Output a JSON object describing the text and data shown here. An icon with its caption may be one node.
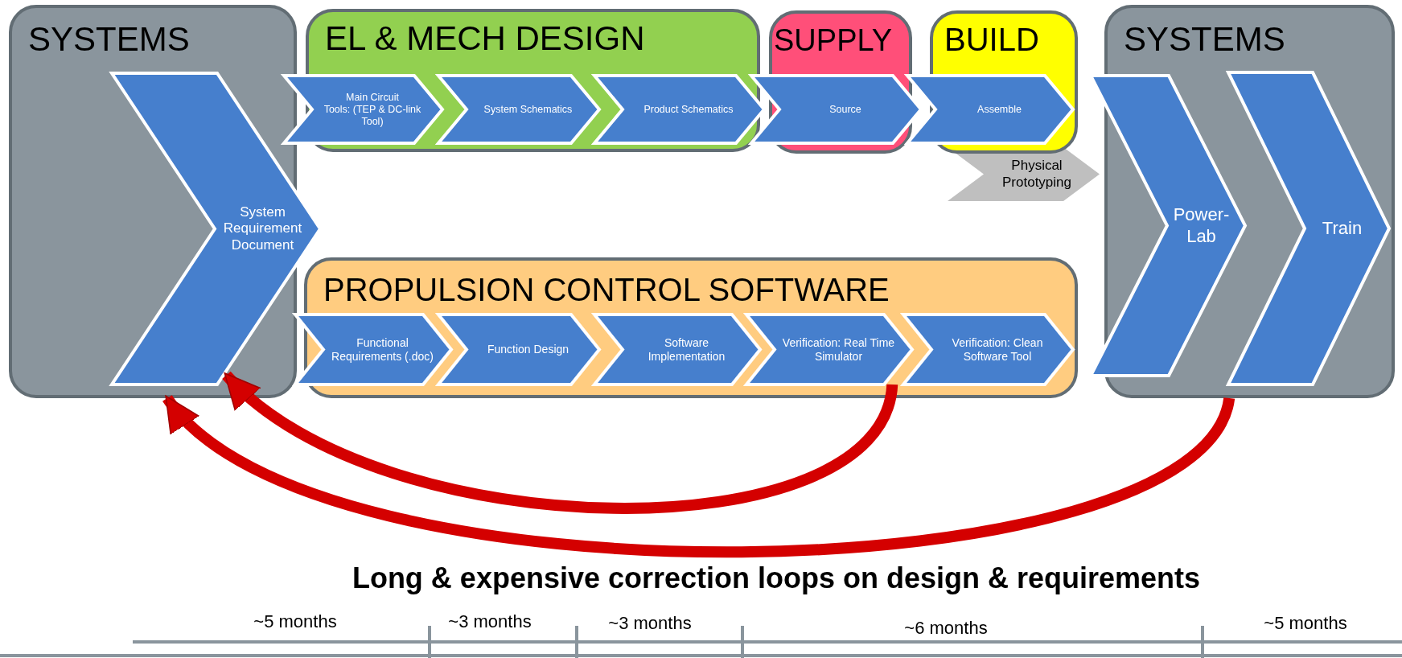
{
  "diagram": {
    "caption": "Long & expensive correction loops on design & requirements",
    "nodes": [
      {
        "text": [
          "SYSTEMS"
        ]
      },
      {
        "text": [
          "System Requirement Document"
        ],
        "in": 0
      },
      {
        "text": [
          "EL & MECH DESIGN"
        ]
      },
      {
        "text": [
          "Main Circuit",
          "Tools: (TEP & DC-link Tool)"
        ],
        "in": 2
      },
      {
        "text": [
          "System Schematics"
        ],
        "in": 2
      },
      {
        "text": [
          "Product Schematics"
        ],
        "in": 2
      },
      {
        "text": [
          "SUPPLY"
        ]
      },
      {
        "text": [
          "Source"
        ],
        "in": 6
      },
      {
        "text": [
          "BUILD"
        ]
      },
      {
        "text": [
          "Assemble"
        ],
        "in": 8
      },
      {
        "text": [
          "Physical Prototyping"
        ]
      },
      {
        "text": [
          "PROPULSION CONTROL SOFTWARE"
        ]
      },
      {
        "text": [
          "Functional Requirements (.doc)"
        ],
        "in": 11
      },
      {
        "text": [
          "Function Design"
        ],
        "in": 11
      },
      {
        "text": [
          "Software Implementation"
        ],
        "in": 11
      },
      {
        "text": [
          "Verification: Real Time Simulator"
        ],
        "in": 11
      },
      {
        "text": [
          "Verification: Clean Software Tool"
        ],
        "in": 11
      },
      {
        "text": [
          "SYSTEMS"
        ]
      },
      {
        "text": [
          "Power-Lab"
        ],
        "in": 17
      },
      {
        "text": [
          "Train"
        ],
        "in": 17
      }
    ],
    "edges": [
      {
        "from": 15,
        "to": 1,
        "arrow": "to"
      },
      {
        "from": 17,
        "to": 0,
        "arrow": "to"
      }
    ],
    "labels": [
      "~5 months",
      "~3 months",
      "~3 months",
      "~6 months",
      "~5 months"
    ]
  }
}
